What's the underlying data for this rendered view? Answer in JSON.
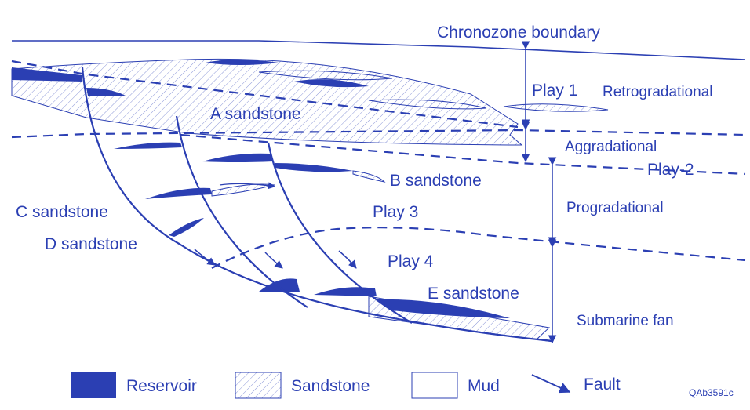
{
  "colors": {
    "ink": "#2b3fb3",
    "reservoir": "#2b3fb3",
    "sandstone_hatch": "#8d98d8",
    "mud_fill": "#ffffff"
  },
  "labels": {
    "chronozone_boundary": "Chronozone boundary",
    "play1": "Play 1",
    "retrogradational": "Retrogradational",
    "a_sandstone": "A sandstone",
    "aggradational": "Aggradational",
    "play2": "Play-2",
    "b_sandstone": "B sandstone",
    "c_sandstone": "C sandstone",
    "play3": "Play 3",
    "progradational": "Progradational",
    "d_sandstone": "D sandstone",
    "play4": "Play 4",
    "e_sandstone": "E sandstone",
    "submarine_fan": "Submarine fan",
    "figure_code": "QAb3591c"
  },
  "legend": {
    "reservoir": "Reservoir",
    "sandstone": "Sandstone",
    "mud": "Mud",
    "fault": "Fault"
  }
}
